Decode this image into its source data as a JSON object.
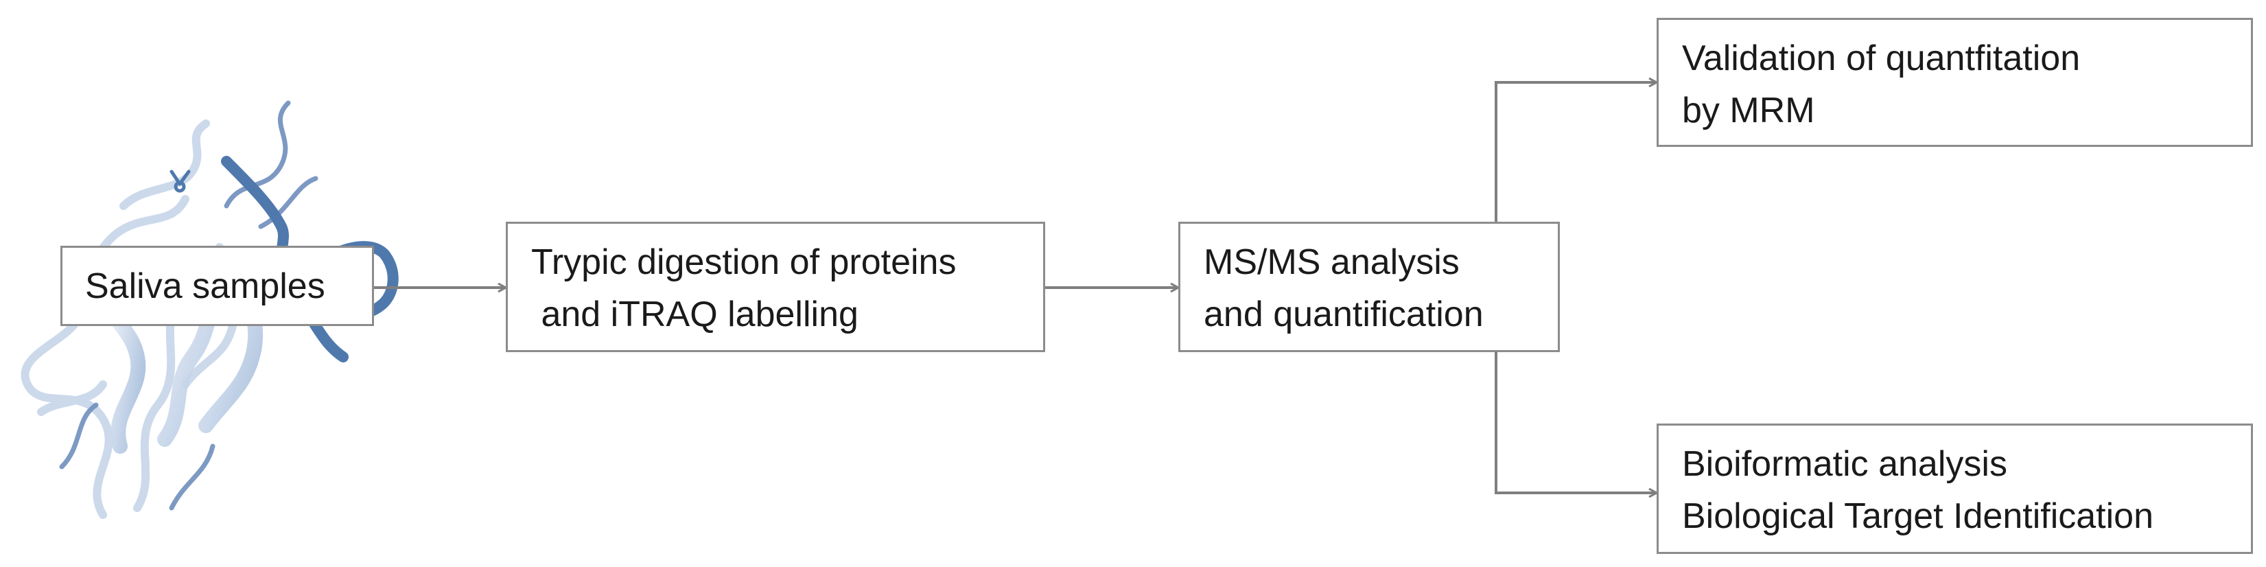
{
  "diagram": {
    "colors": {
      "connector": "#7f7f7f",
      "box_border": "#8c8c8c",
      "text": "#1a1a1a",
      "protein_dark": "#4f79ad",
      "protein_light": "#c9d7ea"
    },
    "illustration": "protein-ribbon-structure",
    "nodes": {
      "saliva": {
        "lines": [
          "Saliva samples"
        ]
      },
      "digestion": {
        "lines": [
          "Trypic digestion of proteins",
          " and iTRAQ labelling"
        ]
      },
      "msms": {
        "lines": [
          "MS/MS analysis",
          "and quantification"
        ]
      },
      "validation": {
        "lines": [
          "Validation of quantfitation",
          "by MRM"
        ]
      },
      "bioinformatics": {
        "lines": [
          "Bioiformatic analysis",
          "Biological Target Identification"
        ]
      }
    },
    "edges": [
      {
        "from": "saliva",
        "to": "digestion"
      },
      {
        "from": "digestion",
        "to": "msms"
      },
      {
        "from": "msms",
        "to": "validation"
      },
      {
        "from": "msms",
        "to": "bioinformatics"
      }
    ]
  }
}
